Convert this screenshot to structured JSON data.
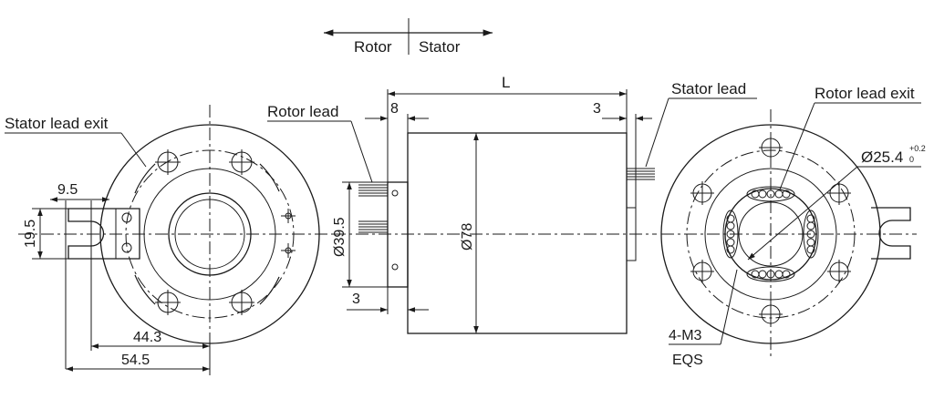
{
  "direction": {
    "rotor": "Rotor",
    "stator": "Stator"
  },
  "left_view": {
    "stator_lead_exit": "Stator lead exit",
    "dim_width": "9.5",
    "dim_height": "19.5",
    "dim_44": "44.3",
    "dim_54": "54.5"
  },
  "side_view": {
    "length": "L",
    "rotor_lead": "Rotor lead",
    "stator_lead": "Stator lead",
    "dim_8": "8",
    "dim_3_top": "3",
    "dim_3_bottom": "3",
    "dim_inner_dia": "Ø39.5",
    "dim_outer_dia": "Ø78"
  },
  "right_view": {
    "rotor_lead_exit": "Rotor lead exit",
    "bore_dia": "Ø25.4",
    "bore_tol_upper": "+0.2",
    "bore_tol_lower": "0",
    "screw_spec": "4-M3",
    "screw_spacing": "EQS"
  }
}
